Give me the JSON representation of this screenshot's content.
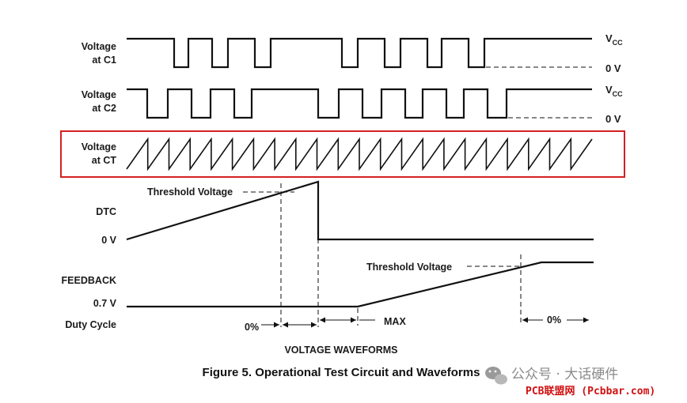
{
  "signals": {
    "c1": {
      "label_line1": "Voltage",
      "label_line2": "at C1"
    },
    "c2": {
      "label_line1": "Voltage",
      "label_line2": "at C2"
    },
    "ct": {
      "label_line1": "Voltage",
      "label_line2": "at CT"
    },
    "dtc": {
      "label": "DTC",
      "zero_label": "0 V"
    },
    "feedback": {
      "label": "FEEDBACK",
      "level_label": "0.7 V"
    },
    "duty": {
      "label": "Duty Cycle"
    }
  },
  "rails": {
    "vcc": "V",
    "vcc_sub": "CC",
    "zero": "0 V"
  },
  "annotations": {
    "threshold_dtc": "Threshold Voltage",
    "threshold_feedback": "Threshold Voltage",
    "duty_0_left": "0%",
    "duty_max": "MAX",
    "duty_0_right": "0%"
  },
  "section_title": "VOLTAGE WAVEFORMS",
  "caption": "Figure 5.  Operational Test Circuit and Waveforms",
  "highlight_color": "#d32020",
  "watermark": {
    "line1": "公众号 · 大话硬件",
    "line2": "PCB联盟网 (Pcbbar.com)"
  }
}
